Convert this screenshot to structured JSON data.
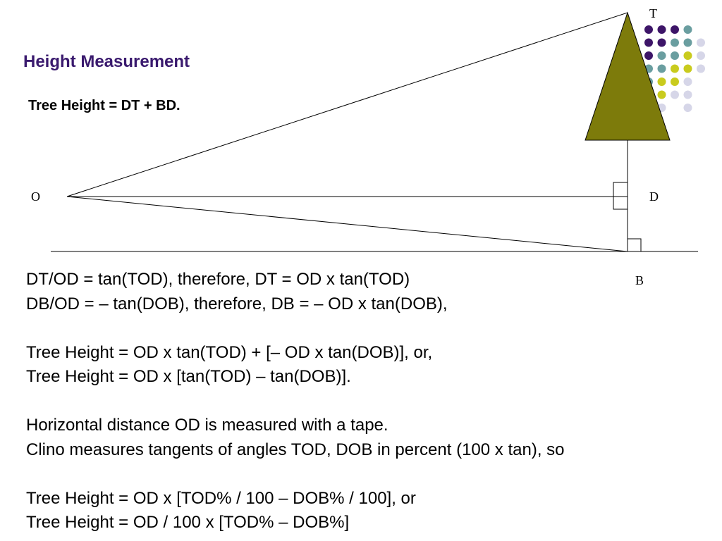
{
  "title": "Height Measurement",
  "subtitle": "Tree Height = DT + BD.",
  "points": {
    "T": "T",
    "O": "O",
    "D": "D",
    "B": "B"
  },
  "colors": {
    "title": "#3a1a6e",
    "tree": "#7d7b0b",
    "dot_purple": "#3d1568",
    "dot_teal": "#6a9ea0",
    "dot_yellow": "#c9cb1e",
    "dot_lavender": "#d6d6e8"
  },
  "lines": [
    "DT/OD = tan(TOD), therefore, DT = OD x tan(TOD)",
    "DB/OD = – tan(DOB), therefore, DB = – OD x tan(DOB),",
    "",
    "Tree Height = OD x tan(TOD) + [– OD x tan(DOB)], or,",
    "Tree Height = OD x [tan(TOD) – tan(DOB)].",
    "",
    "Horizontal distance OD is measured with a tape.",
    "Clino measures tangents of angles TOD, DOB in percent (100 x tan), so",
    "",
    "Tree Height = OD x [TOD% / 100 – DOB% / 100], or",
    "Tree Height = OD / 100 x [TOD% – DOB%]"
  ]
}
